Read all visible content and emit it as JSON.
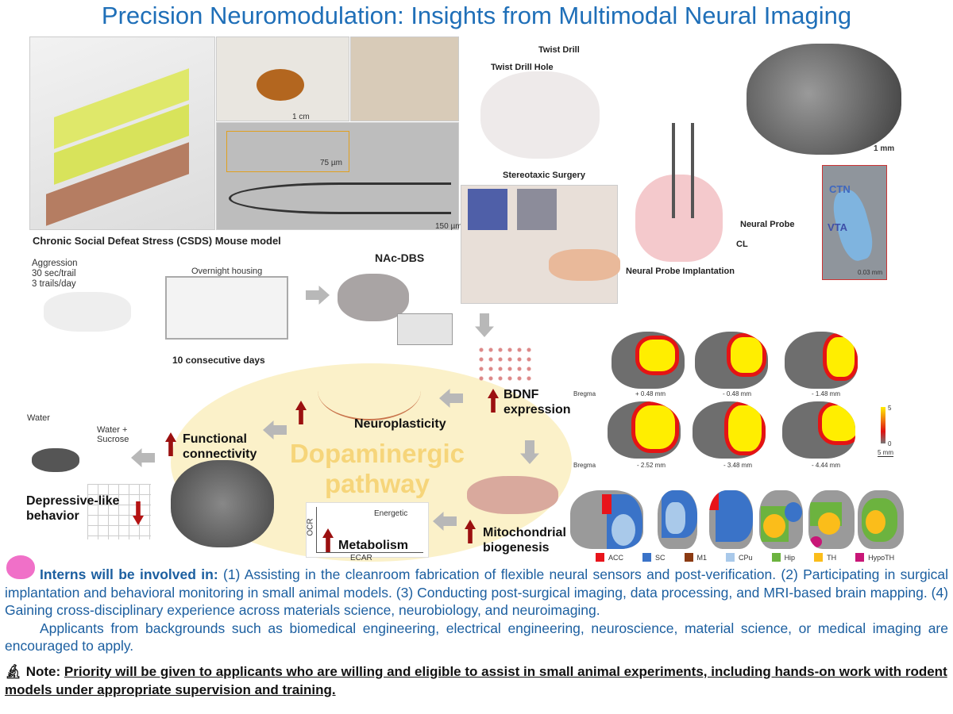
{
  "title": "Precision Neuromodulation: Insights from Multimodal Neural Imaging",
  "fabrication": {
    "scale_1": "1 cm",
    "scale_2": "75 µm",
    "scale_3": "150 µm"
  },
  "surgery": {
    "drill": "Twist Drill",
    "drill_hole": "Twist Drill Hole",
    "caption": "Stereotaxic Surgery",
    "probe": "Neural Probe",
    "cl": "CL",
    "implant_caption": "Neural Probe Implantation",
    "scale": "1 mm",
    "ctn": "CTN",
    "vta": "VTA",
    "inset_scale": "0.03 mm"
  },
  "csds": {
    "heading": "Chronic Social Defeat Stress (CSDS) Mouse model",
    "aggression": "Aggression",
    "sec": "30 sec/trail",
    "trails": "3 trails/day",
    "housing": "Overnight housing",
    "days": "10 consecutive days",
    "dbs": "NAc-DBS"
  },
  "pathway": {
    "bdnf": "BDNF expression",
    "neuroplasticity": "Neuroplasticity",
    "functional": "Functional connectivity",
    "center": "Dopaminergic pathway",
    "water": "Water",
    "water_sucrose": "Water + Sucrose",
    "depressive": "Depressive-like behavior",
    "energetic": "Energetic",
    "ocr": "OCR",
    "ecar": "ECAR",
    "metabolism": "Metabolism",
    "mito": "Mitochondrial biogenesis"
  },
  "imaging": {
    "bregma": "Bregma",
    "row1": [
      "+ 0.48 mm",
      "- 0.48 mm",
      "- 1.48 mm"
    ],
    "row2": [
      "- 2.52 mm",
      "- 3.48 mm",
      "- 4.44 mm"
    ],
    "colorbar_max": "5",
    "colorbar_min": "0",
    "scale": "5 mm"
  },
  "legend": [
    {
      "label": "ACC",
      "color": "#e8141b"
    },
    {
      "label": "SC",
      "color": "#3a73c8"
    },
    {
      "label": "M1",
      "color": "#8b3a12"
    },
    {
      "label": "CPu",
      "color": "#a9c9ea"
    },
    {
      "label": "Hip",
      "color": "#6cb33f"
    },
    {
      "label": "TH",
      "color": "#fbbd1a"
    },
    {
      "label": "HypoTH",
      "color": "#c81677"
    }
  ],
  "body": {
    "intro_bold": "Interns will be involved in:",
    "intro": " (1) Assisting in the cleanroom fabrication of flexible neural sensors and post-verification. (2) Participating in surgical implantation and behavioral monitoring in small animal models. (3) Conducting post-surgical imaging, data processing, and MRI-based brain mapping. (4) Gaining cross-disciplinary experience across materials science, neurobiology, and neuroimaging.",
    "applicants": "Applicants from backgrounds such as biomedical engineering, electrical engineering, neuroscience, material science, or medical imaging are encouraged to apply.",
    "note_label": "Note:",
    "note": "Priority will be given to applicants who are willing and eligible to assist in small animal experiments, including hands-on work with rodent models under appropriate supervision and training."
  },
  "icons": {
    "brain": "brain-icon",
    "microscope": "microscope-icon"
  }
}
